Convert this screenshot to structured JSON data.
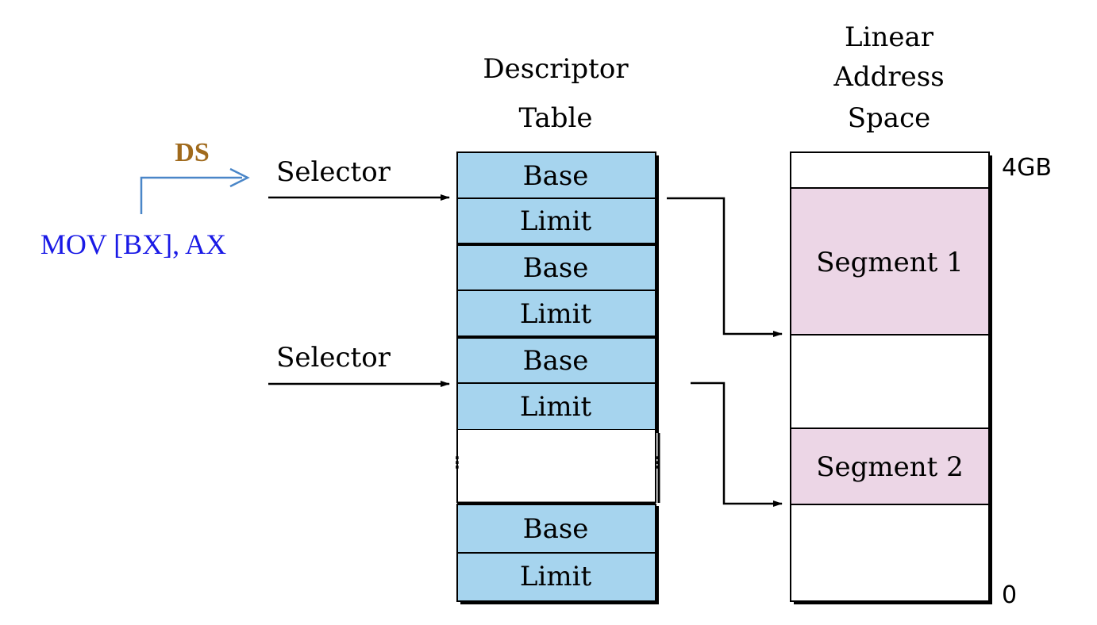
{
  "instruction": "MOV [BX], AX",
  "register": "DS",
  "selectors": [
    "Selector",
    "Selector"
  ],
  "descriptor_table": {
    "header": [
      "Descriptor",
      "Table"
    ],
    "entries": [
      "Base",
      "Limit",
      "Base",
      "Limit",
      "Base",
      "Limit",
      "Base",
      "Limit"
    ]
  },
  "linear_space": {
    "header": [
      "Linear",
      "Address",
      "Space"
    ],
    "top_label": "4GB",
    "bottom_label": "0",
    "segments": [
      "Segment 1",
      "Segment 2"
    ]
  },
  "colors": {
    "cell_fill": "#a6d4ee",
    "segment_fill": "#ecd6e6",
    "instruction": "#1a1ae6",
    "register": "#a06a1c",
    "register_arrow": "#4a86c8"
  }
}
